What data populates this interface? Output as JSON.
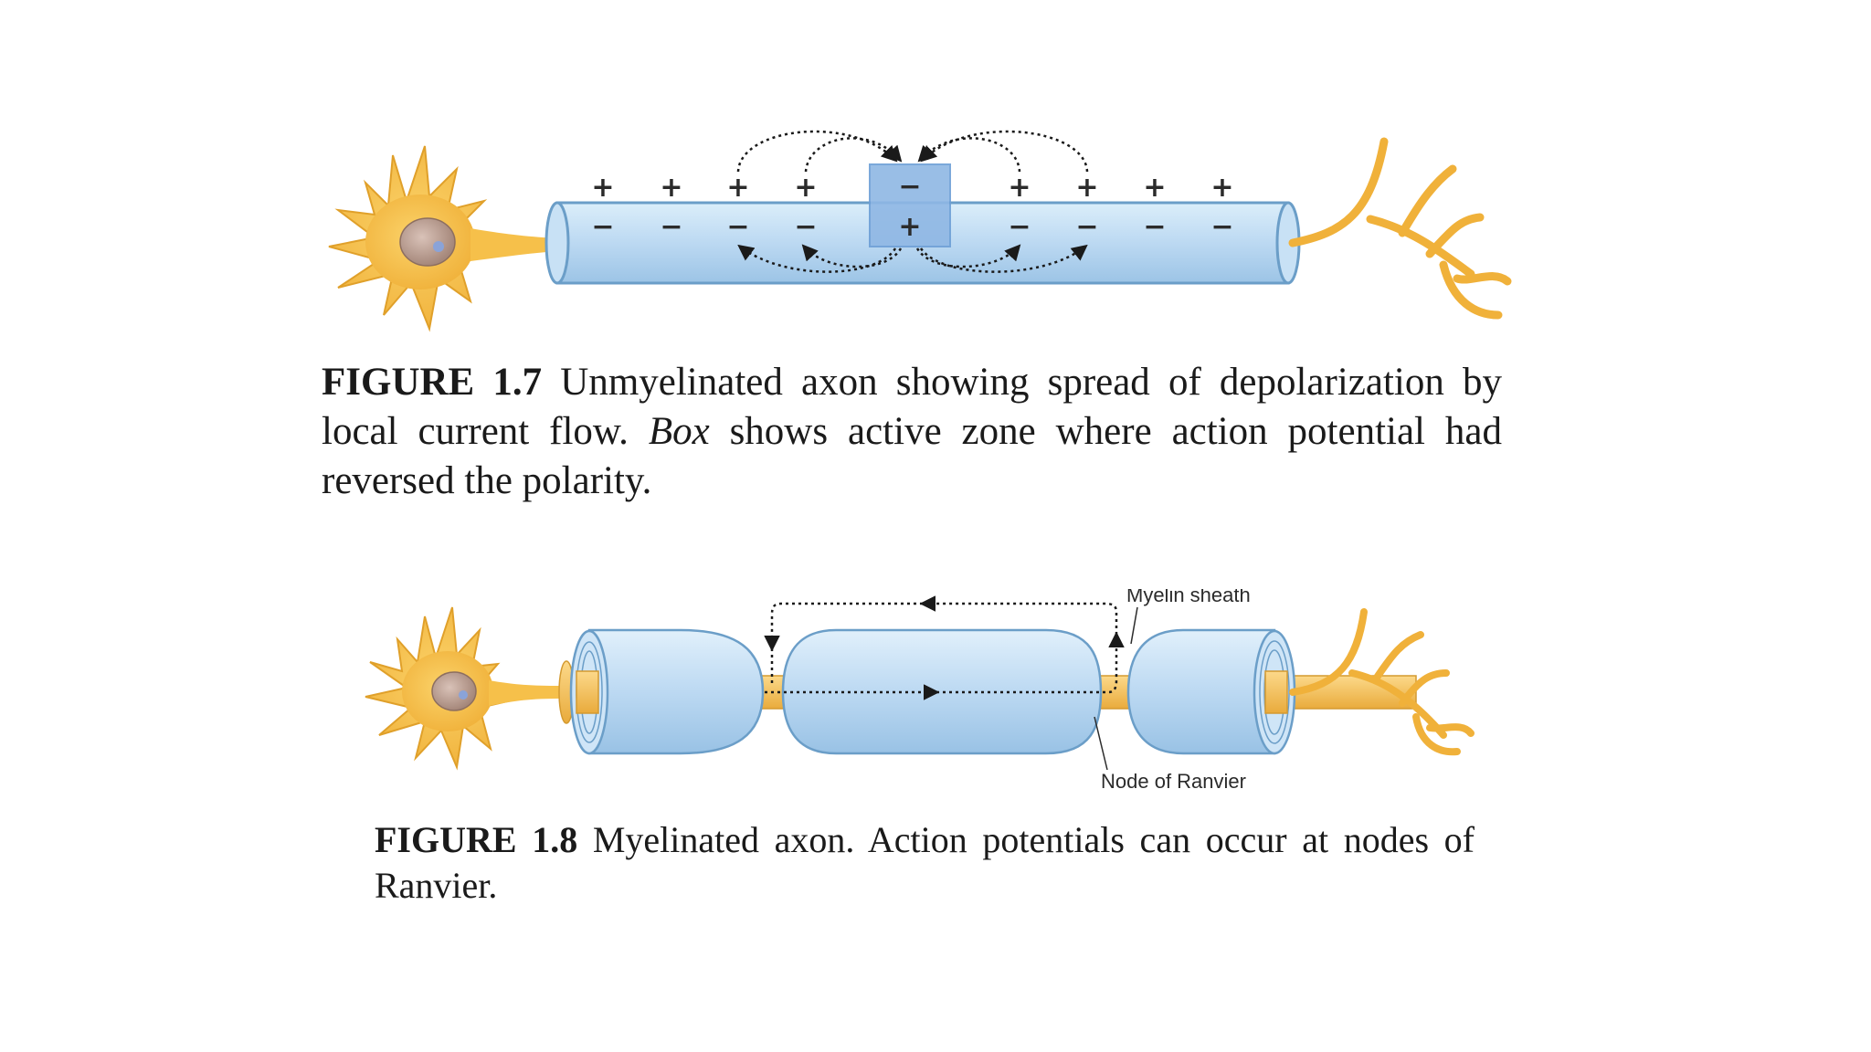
{
  "figure_1_7": {
    "outside_signs": [
      "+",
      "+",
      "+",
      "+",
      "+",
      "+",
      "+",
      "+"
    ],
    "inside_signs": [
      "−",
      "−",
      "−",
      "−",
      "−",
      "−",
      "−",
      "−"
    ],
    "box_outside_sign": "−",
    "box_inside_sign": "+",
    "caption_label": "FIGURE 1.7",
    "caption_text_1": " Unmyelinated axon showing spread of depolarization by local current flow. ",
    "caption_italic": "Box",
    "caption_text_2": " shows active zone where action potential had reversed the polarity."
  },
  "figure_1_8": {
    "label_myelin": "Myelin sheath",
    "label_node": "Node of Ranvier",
    "caption_label": "FIGURE 1.8",
    "caption_text": " Myelinated axon. Action potentials can occur at nodes of Ranvier."
  },
  "colors": {
    "neuron_fill": "#f6c04a",
    "neuron_stroke": "#e0a02a",
    "axon_fill": "#bcd9f2",
    "axon_stroke": "#6b9ec8",
    "active_box": "#8fb7e4",
    "nucleus": "#b89a8a"
  }
}
